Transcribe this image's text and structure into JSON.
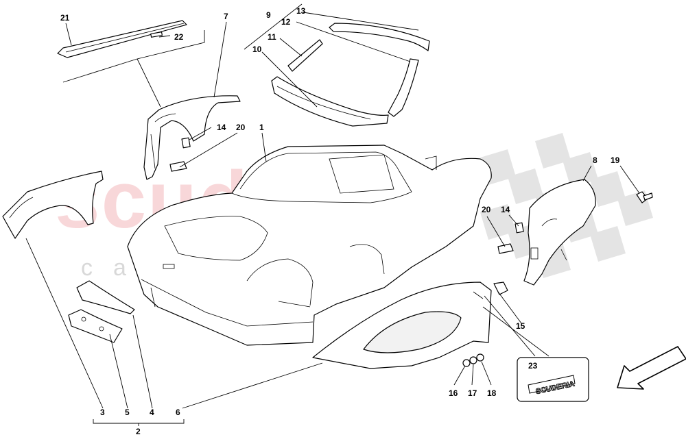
{
  "watermark": {
    "brand": "scuderia",
    "subtitle": "car parts"
  },
  "callouts": {
    "c1": "1",
    "c2": "2",
    "c3": "3",
    "c4": "4",
    "c5": "5",
    "c6": "6",
    "c7": "7",
    "c8": "8",
    "c9": "9",
    "c10": "10",
    "c11": "11",
    "c12": "12",
    "c13": "13",
    "c14a": "14",
    "c14b": "14",
    "c15": "15",
    "c16": "16",
    "c17": "17",
    "c18": "18",
    "c19": "19",
    "c20a": "20",
    "c20b": "20",
    "c21": "21",
    "c22": "22",
    "c23": "23"
  },
  "badge": {
    "text": "SCUDERIA"
  },
  "colors": {
    "watermark_red": "#f1a7ad",
    "checker_gray": "#dcdcdc",
    "line": "#000000"
  },
  "icons": {
    "direction_arrow": "arrow-down-left-icon"
  }
}
